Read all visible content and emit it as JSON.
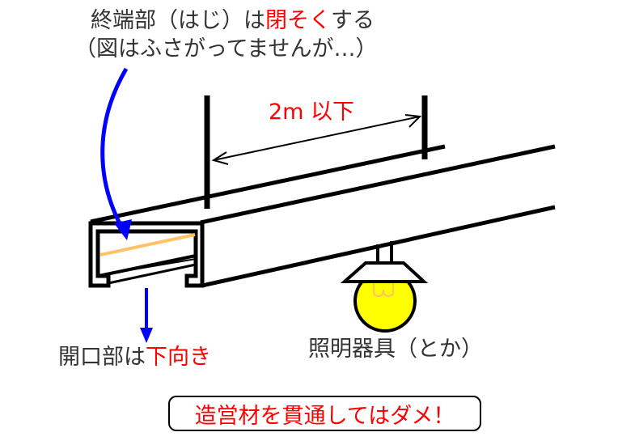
{
  "diagram": {
    "title_note": {
      "line1_prefix": "終端部（はじ）は",
      "line1_emphasis": "閉そく",
      "line1_suffix": "する",
      "line2": "（図はふさがってませんが…）"
    },
    "dimension": {
      "label": "2m 以下",
      "meaning": "support spacing between hangers"
    },
    "opening_note": {
      "prefix": "開口部は",
      "emphasis": "下向き"
    },
    "fixture_label": "照明器具（とか）",
    "warning": "造営材を貫通してはダメ！",
    "colors": {
      "emphasis_text": "#ff0000",
      "body_text": "#333333",
      "arrow": "#0000ff",
      "wire": "#ffc266",
      "bulb": "#ffff00",
      "outline": "#000000"
    },
    "elements": [
      "lighting-duct-rail",
      "hanger-bolt-left",
      "hanger-bolt-right",
      "dimension-arrow",
      "end-cap-arrow",
      "opening-direction-arrow",
      "pendant-light"
    ]
  }
}
